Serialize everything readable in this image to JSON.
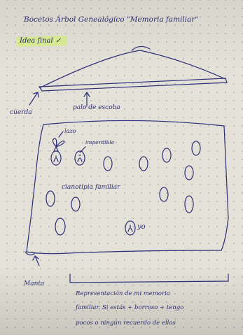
{
  "header": {
    "title": "Bocetos Árbol Genealógico \"Memoria familiar\"",
    "final_idea": "Idea final ✓"
  },
  "labels": {
    "cuerda": "cuerda",
    "palo": "palo de escoba",
    "lazo": "lazo",
    "imperdible": "imperdible",
    "ciano": "cianotipia familiar",
    "yo": "yo",
    "manta": "Manta"
  },
  "note": {
    "line1": "Representación de mi memoria",
    "line2": "familiar. Si estás + borroso + tengo",
    "line3": "pocos o ningún recuerdo de ellos"
  }
}
